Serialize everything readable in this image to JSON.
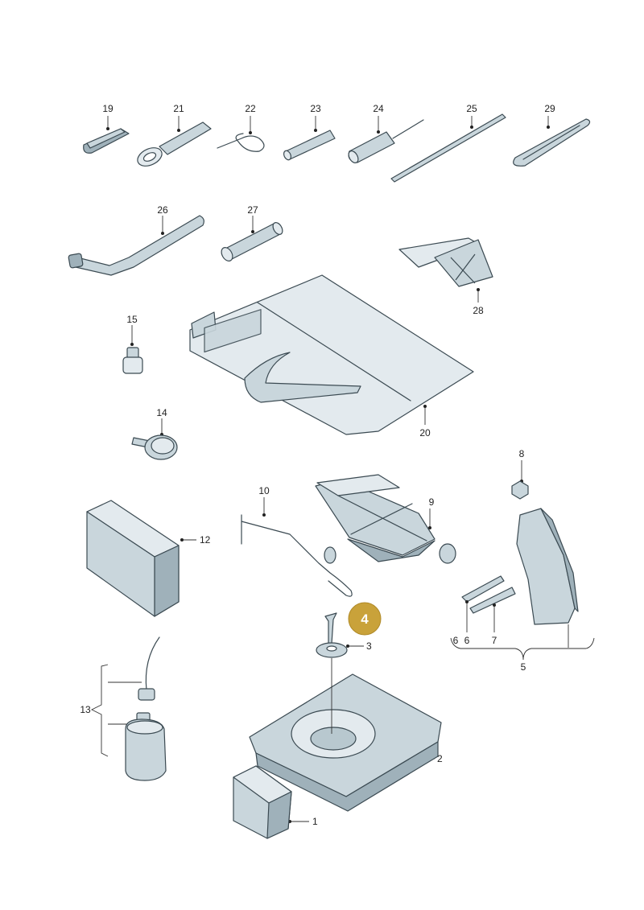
{
  "labels": {
    "p1": "1",
    "p2": "2",
    "p3": "3",
    "p4": "4",
    "p5": "5",
    "p6a": "6",
    "p6b": "6",
    "p7": "7",
    "p8": "8",
    "p9": "9",
    "p10": "10",
    "p12": "12",
    "p13": "13",
    "p14": "14",
    "p15": "15",
    "p19": "19",
    "p20": "20",
    "p21": "21",
    "p22": "22",
    "p23": "23",
    "p24": "24",
    "p25": "25",
    "p26": "26",
    "p27": "27",
    "p28": "28",
    "p29": "29"
  },
  "highlight": {
    "label": "4",
    "color": "#c9a23a"
  },
  "colors": {
    "part_fill": "#c9d6dc",
    "part_stroke": "#3b4a52",
    "text": "#222222"
  },
  "icons": {
    "p19": "towing-clip-icon",
    "p21": "towing-eye-icon",
    "p22": "wire-hook-icon",
    "p23": "bolt-sleeve-icon",
    "p24": "screwdriver-icon",
    "p25": "rod-icon",
    "p26": "wheel-brace-icon",
    "p27": "socket-icon",
    "p28": "wheel-chock-icon",
    "p29": "wedge-icon",
    "p15": "adapter-icon",
    "p14": "pressure-gauge-icon",
    "p20": "tool-bag-icon",
    "p12": "box-icon",
    "p10": "crank-handle-icon",
    "p9": "scissor-jack-icon",
    "p8": "nut-icon",
    "p5": "tool-holder-icon",
    "p6": "clip-icon",
    "p7": "clip-icon",
    "p4": "bolt-icon",
    "p3": "washer-icon",
    "p13": "sealant-bottle-icon",
    "p2": "tray-icon",
    "p1": "cup-icon"
  }
}
